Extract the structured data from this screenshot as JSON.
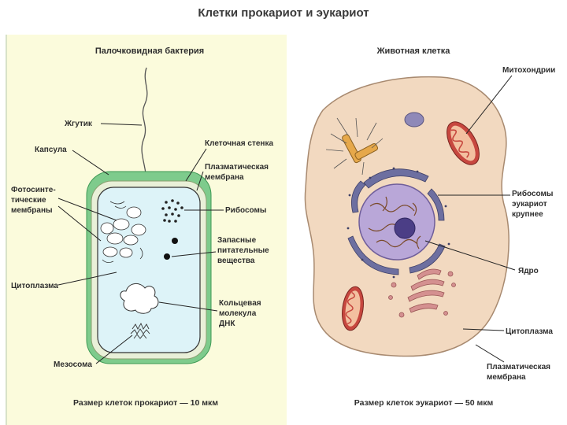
{
  "title": "Клетки прокариот и эукариот",
  "prokaryote": {
    "heading": "Палочковидная бактерия",
    "labels": {
      "flagellum": "Жгутик",
      "capsule": "Капсула",
      "photo_membranes_1": "Фотосинте-",
      "photo_membranes_2": "тические",
      "photo_membranes_3": "мембраны",
      "cytoplasm": "Цитоплазма",
      "mesosome": "Мезосома",
      "cell_wall": "Клеточная стенка",
      "plasma_membrane_1": "Плазматическая",
      "plasma_membrane_2": "мембрана",
      "ribosomes": "Рибосомы",
      "storage_1": "Запасные",
      "storage_2": "питательные",
      "storage_3": "вещества",
      "dna_1": "Кольцевая",
      "dna_2": "молекула",
      "dna_3": "ДНК"
    },
    "size_caption": "Размер клеток прокариот — 10 мкм"
  },
  "eukaryote": {
    "heading": "Животная клетка",
    "labels": {
      "mitochondria": "Митохондрии",
      "ribosomes_1": "Рибосомы",
      "ribosomes_2": "эукариот",
      "ribosomes_3": "крупнее",
      "nucleus": "Ядро",
      "cytoplasm": "Цитоплазма",
      "plasma_membrane_1": "Плазматическая",
      "plasma_membrane_2": "мембрана"
    },
    "size_caption": "Размер клеток эукариот — 50 мкм"
  },
  "colors": {
    "left_bg": "#fbfbdc",
    "capsule": "#7ecb8c",
    "cytoplasm_pro": "#ddf3f8",
    "animal_cell": "#f2d9c0",
    "nucleus": "#b9a7d8",
    "mitochondria": "#c7473f"
  }
}
